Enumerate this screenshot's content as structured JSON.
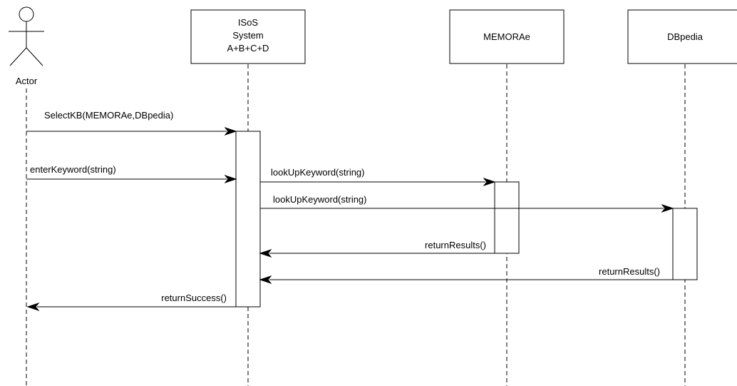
{
  "actor": {
    "label": "Actor"
  },
  "participants": [
    {
      "id": "isos",
      "lines": [
        "ISoS",
        "System",
        "A+B+C+D"
      ]
    },
    {
      "id": "memorae",
      "lines": [
        "MEMORAe"
      ]
    },
    {
      "id": "dbpedia",
      "lines": [
        "DBpedia"
      ]
    }
  ],
  "messages": [
    {
      "id": "m1",
      "from": "actor",
      "to": "isos",
      "label": "SelectKB(MEMORAe,DBpedia)"
    },
    {
      "id": "m2",
      "from": "actor",
      "to": "isos",
      "label": "enterKeyword(string)"
    },
    {
      "id": "m3",
      "from": "isos",
      "to": "memorae",
      "label": "lookUpKeyword(string)"
    },
    {
      "id": "m4",
      "from": "isos",
      "to": "dbpedia",
      "label": "lookUpKeyword(string)"
    },
    {
      "id": "m5",
      "from": "memorae",
      "to": "isos",
      "label": "returnResults()"
    },
    {
      "id": "m6",
      "from": "dbpedia",
      "to": "isos",
      "label": "returnResults()"
    },
    {
      "id": "m7",
      "from": "isos",
      "to": "actor",
      "label": "returnSuccess()"
    }
  ]
}
